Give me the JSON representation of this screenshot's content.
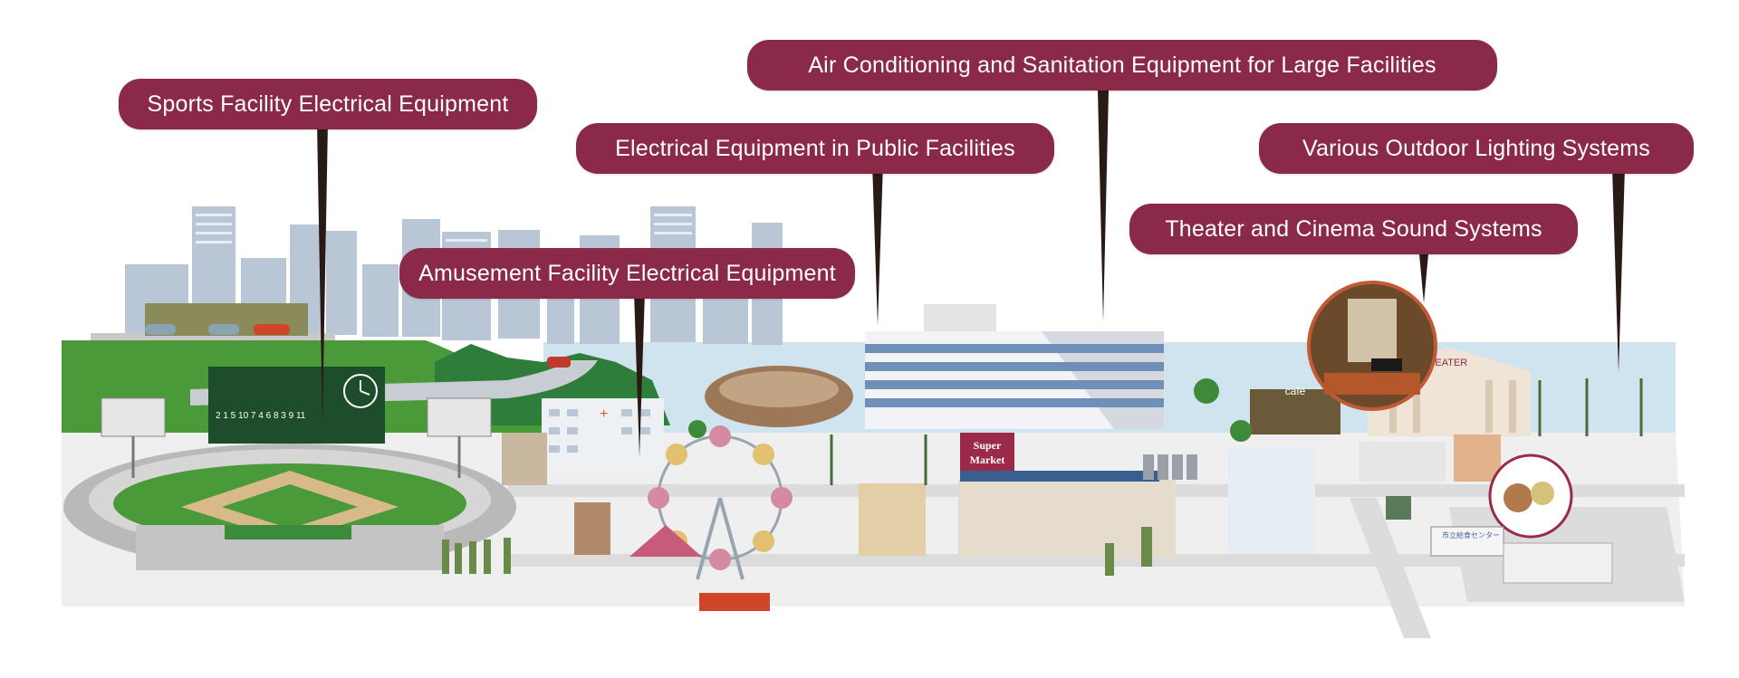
{
  "callouts": {
    "sports": "Sports Facility Electrical Equipment",
    "amusement": "Amusement Facility Electrical Equipment",
    "public": "Electrical Equipment in Public Facilities",
    "air_conditioning": "Air Conditioning and Sanitation Equipment for Large Facilities",
    "theater": "Theater and Cinema Sound Systems",
    "outdoor_lighting": "Various Outdoor Lighting Systems"
  },
  "scene": {
    "scoreboard_innings": "2 1 5 10 7 4 6 8 3 9 11",
    "cafe_sign": "cafe",
    "theater_sign": "THEATER",
    "supermarket_sign_line1": "Super",
    "supermarket_sign_line2": "Market",
    "truck_label": "市立給食センター"
  },
  "colors": {
    "callout_bg": "#8a2a48",
    "callout_text": "#ffffff",
    "grass": "#4a9a3a",
    "sky": "#cfe4ee",
    "road": "#e6e6e6"
  }
}
